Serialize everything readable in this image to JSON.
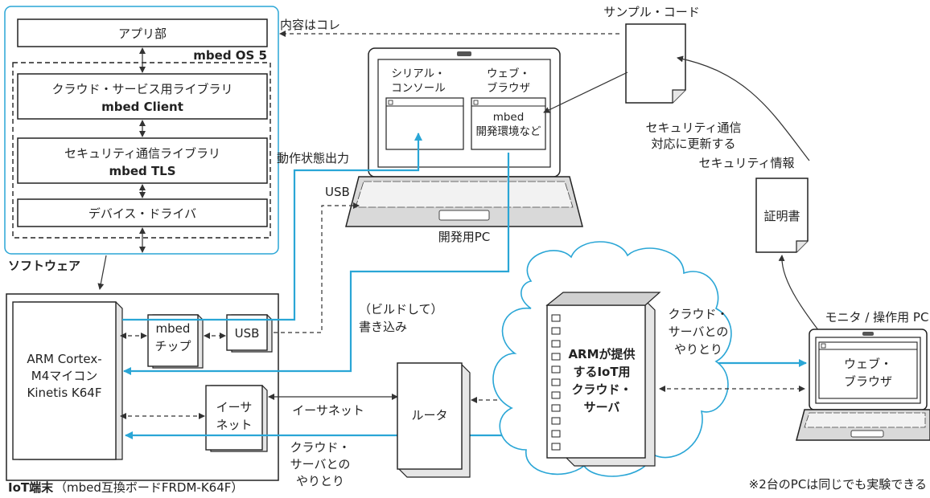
{
  "software": {
    "label": "ソフトウェア",
    "os_label": "mbed OS 5",
    "app": "アプリ部",
    "cloud_lib_line1": "クラウド・サービス用ライブラリ",
    "cloud_lib_line2": "mbed Client",
    "tls_lib_line1": "セキュリティ通信ライブラリ",
    "tls_lib_line2": "mbed TLS",
    "driver": "デバイス・ドライバ"
  },
  "dev_pc": {
    "label": "開発用PC",
    "serial_line1": "シリアル・",
    "serial_line2": "コンソール",
    "browser_line1": "ウェブ・",
    "browser_line2": "ブラウザ",
    "mbed_line1": "mbed",
    "mbed_line2": "開発環境など"
  },
  "sample_code": {
    "label": "サンプル・コード",
    "content_note": "内容はコレ",
    "update_line1": "セキュリティ通信",
    "update_line2": "対応に更新する"
  },
  "certificate": {
    "info_label": "セキュリティ情報",
    "label": "証明書"
  },
  "flow_labels": {
    "status_output": "動作状態出力",
    "usb": "USB",
    "build_line1": "（ビルドして）",
    "build_line2": "書き込み",
    "ethernet": "イーサネット",
    "cloud_exchange_left_line1": "クラウド・",
    "cloud_exchange_left_line2": "サーバとの",
    "cloud_exchange_left_line3": "やりとり",
    "cloud_exchange_right_line1": "クラウド・",
    "cloud_exchange_right_line2": "サーバとの",
    "cloud_exchange_right_line3": "やりとり"
  },
  "iot_device": {
    "label_bold": "IoT端末",
    "label_rest": "（mbed互換ボードFRDM-K64F）",
    "mcu_line1": "ARM Cortex-",
    "mcu_line2": "M4マイコン",
    "mcu_line3": "Kinetis K64F",
    "mbed_chip_line1": "mbed",
    "mbed_chip_line2": "チップ",
    "usb": "USB",
    "eth_line1": "イーサ",
    "eth_line2": "ネット"
  },
  "router": {
    "label": "ルータ"
  },
  "cloud_server": {
    "line1": "ARMが提供",
    "line2": "するIoT用",
    "line3": "クラウド・",
    "line4": "サーバ"
  },
  "monitor_pc": {
    "label": "モニタ / 操作用 PC",
    "browser_line1": "ウェブ・",
    "browser_line2": "ブラウザ"
  },
  "footnote": "※2台のPCは同じでも実験できる",
  "colors": {
    "accent_blue": "#2aa6d6",
    "line": "#333333"
  }
}
